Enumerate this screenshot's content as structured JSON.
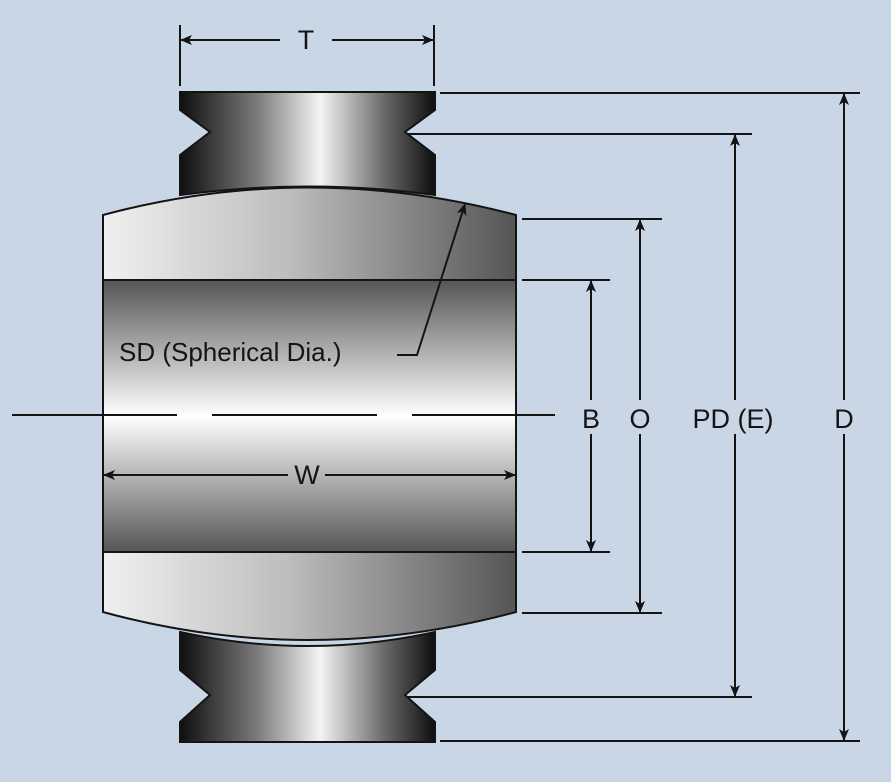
{
  "labels": {
    "t": "T",
    "w": "W",
    "sd": "SD (Spherical Dia.)",
    "b": "B",
    "o": "O",
    "pd": "PD (E)",
    "d": "D"
  },
  "colors": {
    "background": "#c9d6e6",
    "line": "#141414",
    "bushing_dark": "#1c1c1c",
    "bushing_light": "#f2f2f2"
  }
}
